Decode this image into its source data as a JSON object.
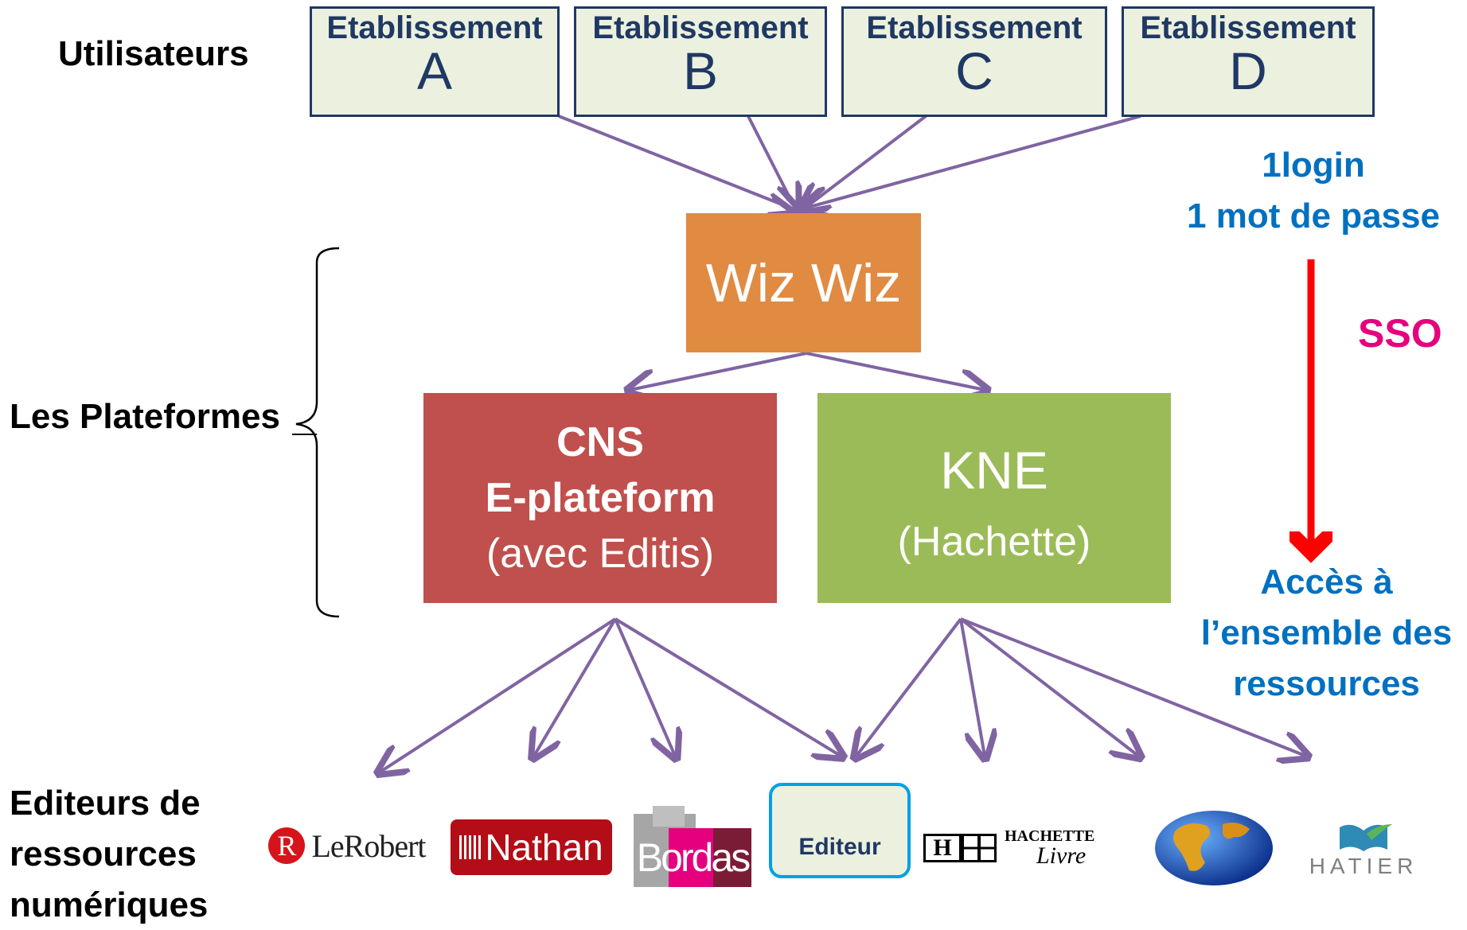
{
  "labels": {
    "utilisateurs": "Utilisateurs",
    "plateformes": "Les Plateformes",
    "editeurs_lines": [
      "Editeurs de",
      "ressources",
      "numériques"
    ]
  },
  "etablissements": [
    {
      "title": "Etablissement",
      "letter": "A"
    },
    {
      "title": "Etablissement",
      "letter": "B"
    },
    {
      "title": "Etablissement",
      "letter": "C"
    },
    {
      "title": "Etablissement",
      "letter": "D"
    }
  ],
  "wizwiz": {
    "label": "Wiz Wiz",
    "color": "#e08a42"
  },
  "cns": {
    "line1": "CNS",
    "line2": "E-plateform",
    "line3": "(avec Editis)",
    "color": "#c0504d"
  },
  "kne": {
    "line1": "KNE",
    "line2": "(Hachette)",
    "color": "#9bbb59"
  },
  "right_panel": {
    "login_line1": "1login",
    "login_line2": "1 mot de passe",
    "sso": "SSO",
    "acces_lines": [
      "Accès à",
      "l’ensemble des",
      "ressources"
    ],
    "sso_color": "#e5007e",
    "arrow_color": "#ff0000",
    "text_color": "#0070c0"
  },
  "publishers": {
    "lerobert": {
      "icon": "R",
      "text": "LeRobert"
    },
    "nathan": {
      "text": "Nathan"
    },
    "bordas": {
      "text": "Bordas"
    },
    "editeur": {
      "text": "Editeur"
    },
    "hachette": {
      "mark": "H",
      "word1": "HACHETTE",
      "word2": "Livre"
    },
    "globe": {
      "icon": "globe-icon"
    },
    "hatier": {
      "text": "HATIER"
    }
  },
  "connector_color": "#8064a2"
}
